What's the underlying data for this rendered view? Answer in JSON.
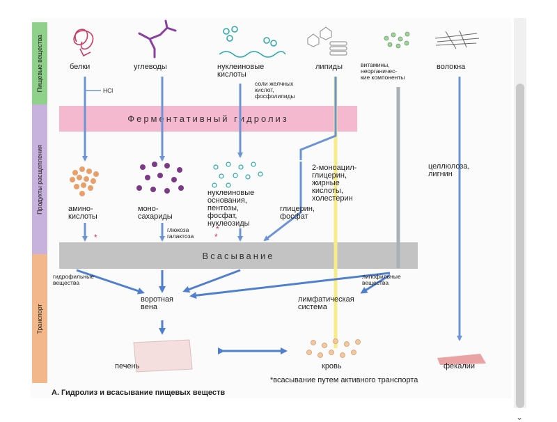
{
  "sidebar": {
    "section1": "Пищевые вещества",
    "section2": "Продукты расщепления",
    "section3": "Транспорт"
  },
  "nutrients": {
    "proteins": "белки",
    "carbs": "углеводы",
    "nucleic": "нуклеиновые\nкислоты",
    "lipids": "липиды",
    "vitamins": "витамины,\nнеорганичес-\nкие компоненты",
    "fibers": "волокна"
  },
  "hcl": "HCl",
  "bile": "соли желчных\nкислот,\nфосфолипиды",
  "hydrolysis_band": "Ферментативный гидролиз",
  "products": {
    "amino": "амино-\nкислоты",
    "mono": "моно-\nсахариды",
    "nucleo": "нуклеиновые\nоснования,\nпентозы,\nфосфат,\nнуклеозиды",
    "glycerol": "глицерин,\nфосфат",
    "monoacyl": "2-моноацил-\nглицерин,\nжирные\nкислоты,\nхолестерин",
    "cellulose": "целлюлоза,\nлигнин",
    "glucose": "глюкоза\nгалактоза"
  },
  "absorption_band": "Всасывание",
  "transport": {
    "hydrophilic": "гидрофильные\nвещества",
    "lipophilic": "липофильные\nвещества",
    "portal": "воротная\nвена",
    "lymph": "лимфатическая\nсистема"
  },
  "targets": {
    "liver": "печень",
    "blood": "кровь",
    "feces": "фекалии"
  },
  "footnote": "*всасывание путем активного транспорта",
  "caption": "A. Гидролиз и всасывание пищевых веществ",
  "colors": {
    "arrow_blue": "#6b93d6",
    "lipid_yellow": "#f6ec8a",
    "vitamin_gray": "#a9b0b5",
    "hydrolysis_pink": "#f4b8cf",
    "absorption_gray": "#c3c3c3",
    "protein_red": "#c93a64",
    "carb_purple": "#8a3fa0",
    "nucleic_teal": "#2aa7a7"
  }
}
